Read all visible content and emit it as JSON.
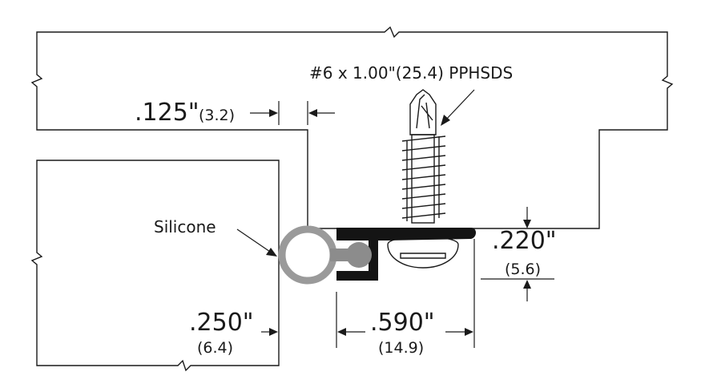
{
  "callouts": {
    "screw": "#6 x 1.00\"(25.4) PPHSDS",
    "silicone": "Silicone"
  },
  "dimensions": {
    "gap": {
      "inch": ".125\"",
      "mm": "(3.2)"
    },
    "height": {
      "inch": ".220\"",
      "mm": "(5.6)"
    },
    "width": {
      "inch": ".590\"",
      "mm": "(14.9)"
    },
    "offset": {
      "inch": ".250\"",
      "mm": "(6.4)"
    }
  },
  "colors": {
    "line": "#1a1a1a",
    "seal_ring": "#9a9a9a",
    "seal_bulb": "#8c8c8c",
    "sweep_profile": "#141414",
    "screw_fill": "#ffffff"
  }
}
